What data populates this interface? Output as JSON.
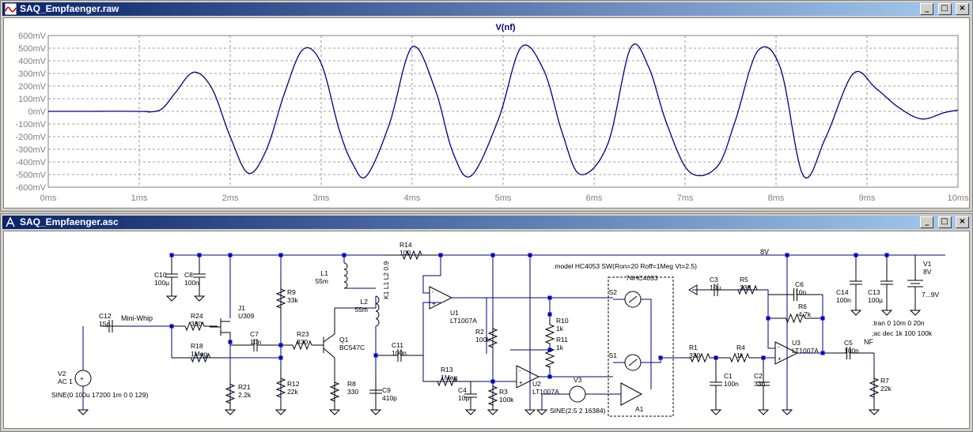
{
  "plot_window": {
    "title": "SAQ_Empfaenger.raw",
    "buttons": {
      "minimize": "_",
      "maximize": "□",
      "close": "×"
    },
    "trace_label": "V(nf)"
  },
  "chart_data": {
    "type": "line",
    "title": "V(nf)",
    "x_ticks": [
      "0ms",
      "1ms",
      "2ms",
      "3ms",
      "4ms",
      "5ms",
      "6ms",
      "7ms",
      "8ms",
      "9ms",
      "10ms"
    ],
    "y_ticks": [
      "600mV",
      "500mV",
      "400mV",
      "300mV",
      "200mV",
      "100mV",
      "0mV",
      "-100mV",
      "-200mV",
      "-300mV",
      "-400mV",
      "-500mV",
      "-600mV"
    ],
    "xlim": [
      0,
      10
    ],
    "ylim": [
      -600,
      600
    ],
    "x_unit": "ms",
    "y_unit": "mV",
    "grid": true,
    "series": [
      {
        "color": "#000080",
        "x": [
          0,
          1.0,
          1.1,
          1.25,
          1.4,
          1.6,
          1.8,
          2.0,
          2.2,
          2.4,
          2.6,
          2.8,
          3.0,
          3.2,
          3.35,
          3.5,
          3.75,
          4.0,
          4.25,
          4.45,
          4.65,
          4.95,
          5.2,
          5.45,
          5.65,
          5.85,
          6.15,
          6.4,
          6.6,
          6.8,
          7.05,
          7.35,
          7.55,
          7.8,
          8.05,
          8.3,
          8.55,
          8.85,
          9.1,
          9.35,
          9.6,
          9.85,
          10.0
        ],
        "y": [
          0,
          0,
          -5,
          20,
          150,
          310,
          180,
          -200,
          -490,
          -300,
          150,
          490,
          380,
          -150,
          -420,
          -510,
          -100,
          510,
          180,
          -330,
          -510,
          -60,
          510,
          320,
          -170,
          -500,
          -260,
          500,
          350,
          -100,
          -480,
          -440,
          -80,
          480,
          340,
          -510,
          -200,
          300,
          180,
          30,
          -60,
          -10,
          10
        ]
      }
    ]
  },
  "schematic_window": {
    "title": "SAQ_Empfaenger.asc",
    "buttons": {
      "minimize": "_",
      "maximize": "□",
      "close": "×"
    },
    "labels": {
      "model": ".model HC4053 SW(Ron=20 Roff=1Meg Vt=2.5)",
      "chip": "74HC4053",
      "net_8v": "8V",
      "net_nf": "NF",
      "net_mini": "Mini-Whip",
      "tran": ".tran 0 10m 0 20n",
      "ac": ";ac dec 1k 100 100k",
      "couple": "K1 L1 L2 0.9"
    },
    "components": [
      {
        "ref": "C10",
        "val": "100µ"
      },
      {
        "ref": "C8",
        "val": "100n"
      },
      {
        "ref": "J1",
        "val": "U309"
      },
      {
        "ref": "R9",
        "val": "33k"
      },
      {
        "ref": "R14",
        "val": "100"
      },
      {
        "ref": "L1",
        "val": "55m"
      },
      {
        "ref": "L2",
        "val": "55m"
      },
      {
        "ref": "C12",
        "val": "15p"
      },
      {
        "ref": "R24",
        "val": "330"
      },
      {
        "ref": "C7",
        "val": "10n"
      },
      {
        "ref": "R23",
        "val": "330"
      },
      {
        "ref": "Q1",
        "val": "BC547C"
      },
      {
        "ref": "R18",
        "val": "1Meg"
      },
      {
        "ref": "R21",
        "val": "2.2k"
      },
      {
        "ref": "R12",
        "val": "22k"
      },
      {
        "ref": "R8",
        "val": "330"
      },
      {
        "ref": "C9",
        "val": "410p"
      },
      {
        "ref": "C11",
        "val": "100n"
      },
      {
        "ref": "U1",
        "val": "LT1007A"
      },
      {
        "ref": "R2",
        "val": "100k"
      },
      {
        "ref": "R13",
        "val": "1Meg"
      },
      {
        "ref": "C4",
        "val": "10µ"
      },
      {
        "ref": "R3",
        "val": "100k"
      },
      {
        "ref": "U2",
        "val": "LT1007A"
      },
      {
        "ref": "R10",
        "val": "1k"
      },
      {
        "ref": "R11",
        "val": "1k"
      },
      {
        "ref": "S2",
        "val": ""
      },
      {
        "ref": "S1",
        "val": ""
      },
      {
        "ref": "A1",
        "val": ""
      },
      {
        "ref": "V3",
        "val": "SINE(2.5 2 16384)"
      },
      {
        "ref": "C3",
        "val": "10µ"
      },
      {
        "ref": "R5",
        "val": "330"
      },
      {
        "ref": "C6",
        "val": "10n"
      },
      {
        "ref": "R6",
        "val": "4.7k"
      },
      {
        "ref": "U3",
        "val": "LT1007A"
      },
      {
        "ref": "R1",
        "val": "330"
      },
      {
        "ref": "R4",
        "val": "1k"
      },
      {
        "ref": "C1",
        "val": "100n"
      },
      {
        "ref": "C2",
        "val": "33n"
      },
      {
        "ref": "C5",
        "val": "100n"
      },
      {
        "ref": "R7",
        "val": "22k"
      },
      {
        "ref": "C14",
        "val": "100n"
      },
      {
        "ref": "C13",
        "val": "100µ"
      },
      {
        "ref": "V1",
        "val": "8V"
      },
      {
        "ref": "V2",
        "val": "AC 1"
      }
    ],
    "v1_sub": "7...9V",
    "v2_sine": "SINE(0 100u 17200 1m 0 0 129)"
  }
}
